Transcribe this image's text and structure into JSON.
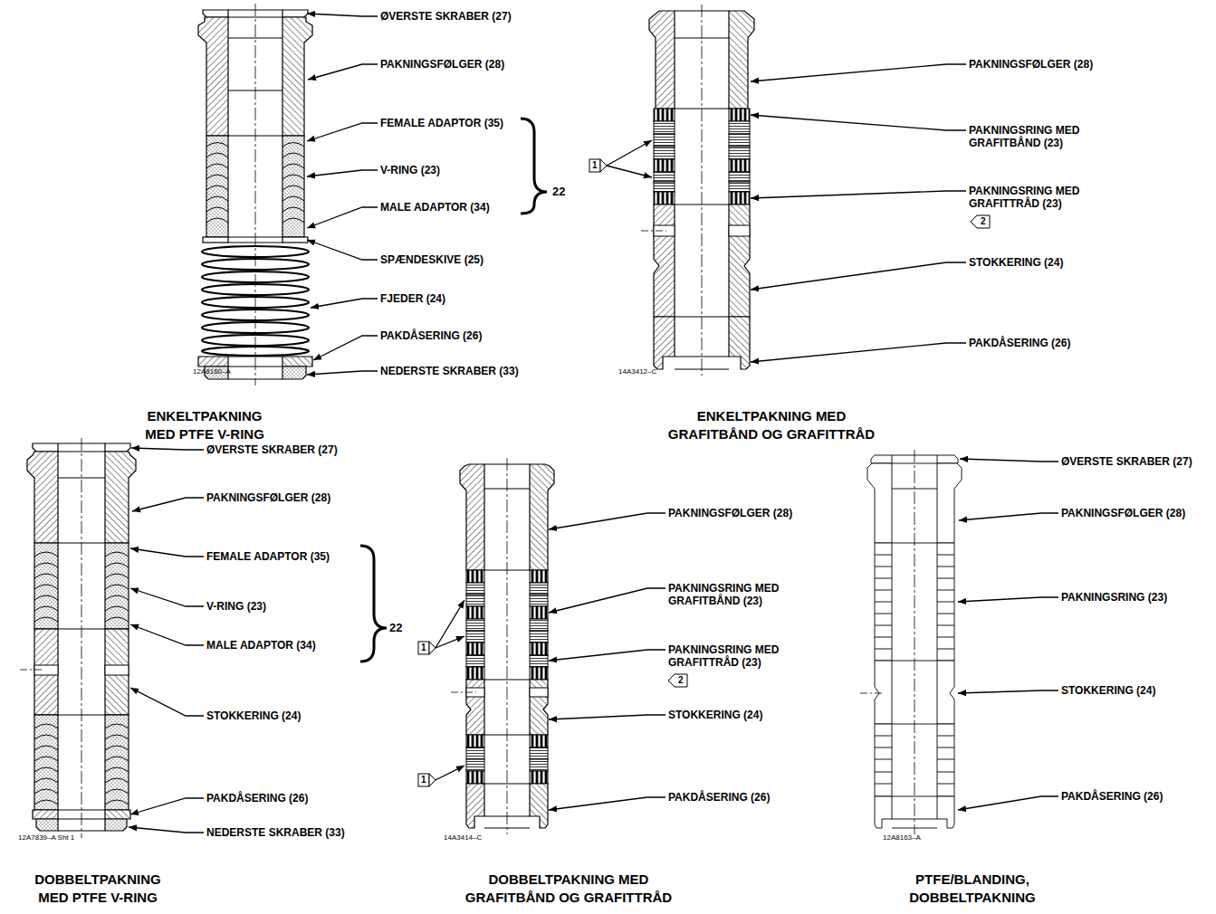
{
  "diagram": {
    "labels": [
      "ØVERSTE SKRABER (27)",
      "PAKNINGSFØLGER (28)",
      "FEMALE ADAPTOR (35)",
      "V-RING (23)",
      "MALE ADAPTOR (34)",
      "22",
      "SPÆNDESKIVE (25)",
      "FJEDER (24)",
      "PAKDÅSERING (26)",
      "NEDERSTE SKRABER (33)",
      "12A8160–A",
      "ENKELTPAKNING MED PTFE V-RING",
      "PAKNINGSFØLGER (28)",
      "PAKNINGSRING MED GRAFITBÅND (23)",
      "1",
      "PAKNINGSRING MED GRAFITTRÅD (23)",
      "2",
      "STOKKERING (24)",
      "PAKDÅSERING (26)",
      "14A3412–C",
      "ENKELTPAKNING MED GRAFITBÅND OG GRAFITTRÅD",
      "ØVERSTE SKRABER (27)",
      "PAKNINGSFØLGER (28)",
      "FEMALE ADAPTOR (35)",
      "V-RING (23)",
      "MALE ADAPTOR (34)",
      "22",
      "STOKKERING (24)",
      "PAKDÅSERING (26)",
      "NEDERSTE SKRABER (33)",
      "12A7839–A Sht 1",
      "DOBBELTPAKNING MED PTFE V-RING",
      "PAKNINGSFØLGER (28)",
      "1",
      "PAKNINGSRING MED GRAFITBÅND (23)",
      "PAKNINGSRING MED GRAFITTRÅD (23)",
      "2",
      "STOKKERING (24)",
      "1",
      "PAKDÅSERING (26)",
      "14A3414–C",
      "DOBBELTPAKNING MED GRAFITBÅND OG GRAFITTRÅD",
      "ØVERSTE SKRABER (27)",
      "PAKNINGSFØLGER (28)",
      "PAKNINGSRING (23)",
      "STOKKERING (24)",
      "PAKDÅSERING (26)",
      "12A8163–A",
      "PTFE/BLANDING, DOBBELTPAKNING"
    ]
  }
}
